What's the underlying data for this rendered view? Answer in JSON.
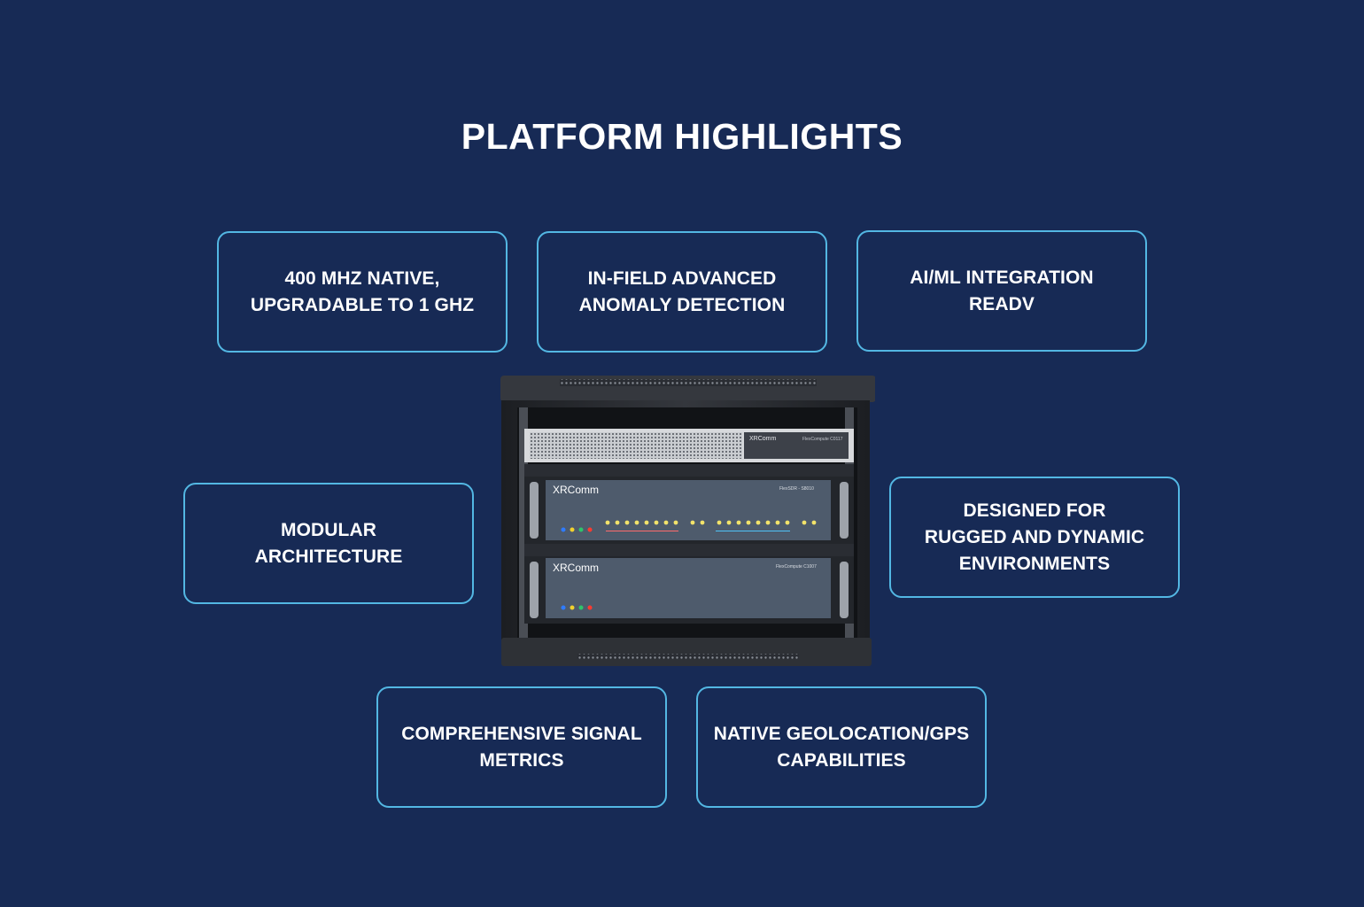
{
  "heading": "PLATFORM HIGHLIGHTS",
  "cards": [
    {
      "label": "400 MHZ NATIVE,\nUPGRADABLE TO 1 GHZ"
    },
    {
      "label": "IN-FIELD ADVANCED\nANOMALY DETECTION"
    },
    {
      "label": "AI/ML INTEGRATION\nREADV"
    },
    {
      "label": "MODULAR\nARCHITECTURE"
    },
    {
      "label": "DESIGNED FOR\nRUGGED AND DYNAMIC\nENVIRONMENTS"
    },
    {
      "label": "COMPREHENSIVE SIGNAL\nMETRICS"
    },
    {
      "label": "NATIVE GEOLOCATION/GPS\nCAPABILITIES"
    }
  ],
  "device": {
    "brand_top": "XRComm",
    "brand_mid": "XRComm",
    "brand_bottom": "XRComm",
    "model_top": "FlexCompute C0117",
    "model_mid": "FlexSDR - S8010",
    "model_bottom": "FlexCompute C1007"
  },
  "colors": {
    "background": "#172a55",
    "card_border": "#53b7e3",
    "text": "#ffffff"
  }
}
